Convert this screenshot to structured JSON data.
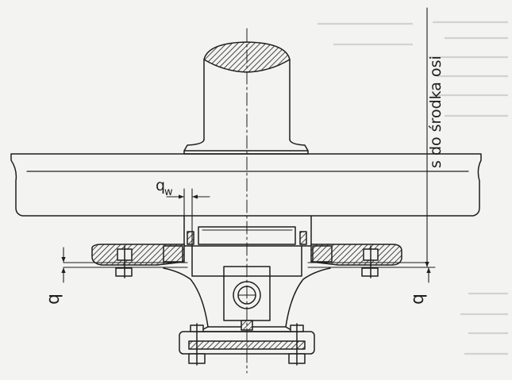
{
  "figure": {
    "labels": {
      "s_label": "s do środka osi",
      "q_left": "q",
      "q_right": "q",
      "qw": "q",
      "qw_sub": "w"
    },
    "colors": {
      "ink": "#1e1e1e",
      "paper": "#f3f3f1",
      "bleed": "#d2d2cf"
    }
  }
}
